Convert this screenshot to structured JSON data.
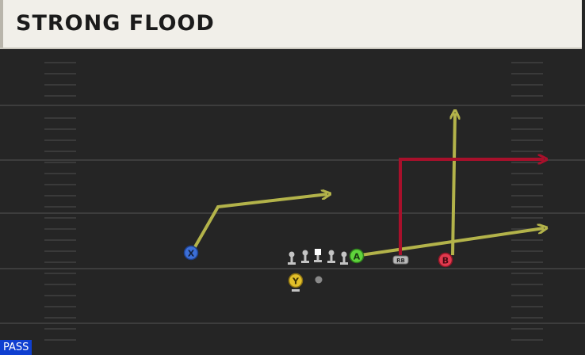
{
  "header": {
    "title": "STRONG FLOOD"
  },
  "play_type": {
    "label": "PASS"
  },
  "players": [
    {
      "id": "x",
      "label": "X",
      "color": "#3c6fd8"
    },
    {
      "id": "a",
      "label": "A",
      "color": "#5fd43c"
    },
    {
      "id": "b",
      "label": "B",
      "color": "#e23a4e"
    },
    {
      "id": "y",
      "label": "Y",
      "color": "#e2bf2a"
    },
    {
      "id": "rb",
      "label": "RB",
      "color": "#b8b8b8"
    }
  ],
  "colors": {
    "route_primary": "#b3b34a",
    "route_secondary": "#a8102b",
    "field": "#252525",
    "yard_line": "#3d3d3d",
    "hash_mark": "#3a3a3a",
    "lineman": "#c4c4c4",
    "center": "#ffffff",
    "qb_marker": "#8a8a8a"
  }
}
